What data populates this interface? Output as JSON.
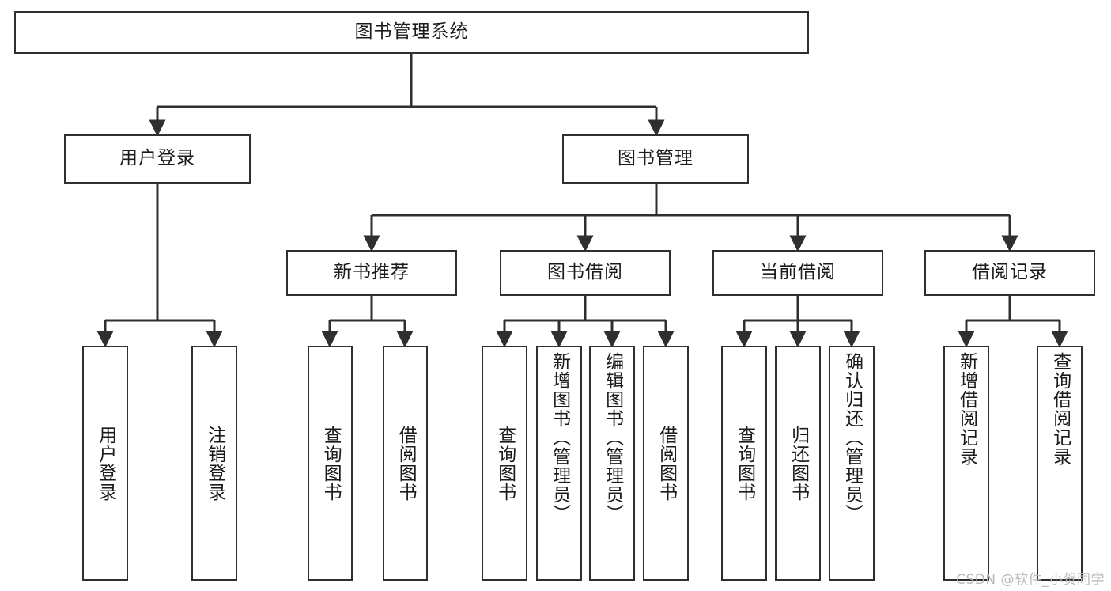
{
  "diagram": {
    "title": "图书管理系统",
    "watermark": "CSDN @软件_小贺同学",
    "line_color": "#2f2f2f",
    "box_fill": "#ffffff",
    "text_color": "#1b1b1b",
    "root": {
      "label": "图书管理系统"
    },
    "level2": [
      {
        "label": "用户登录"
      },
      {
        "label": "图书管理"
      }
    ],
    "level3": [
      {
        "label": "新书推荐"
      },
      {
        "label": "图书借阅"
      },
      {
        "label": "当前借阅"
      },
      {
        "label": "借阅记录"
      }
    ],
    "leaves": {
      "user_login": [
        {
          "label": "用户登录"
        },
        {
          "label": "注销登录"
        }
      ],
      "new_book_recommend": [
        {
          "label": "查询图书"
        },
        {
          "label": "借阅图书"
        }
      ],
      "book_borrow": [
        {
          "label": "查询图书"
        },
        {
          "label": "新增图书（管理员）"
        },
        {
          "label": "编辑图书（管理员）"
        },
        {
          "label": "借阅图书"
        }
      ],
      "current_borrow": [
        {
          "label": "查询图书"
        },
        {
          "label": "归还图书"
        },
        {
          "label": "确认归还（管理员）"
        }
      ],
      "borrow_record": [
        {
          "label": "新增借阅记录"
        },
        {
          "label": "查询借阅记录"
        }
      ]
    }
  }
}
